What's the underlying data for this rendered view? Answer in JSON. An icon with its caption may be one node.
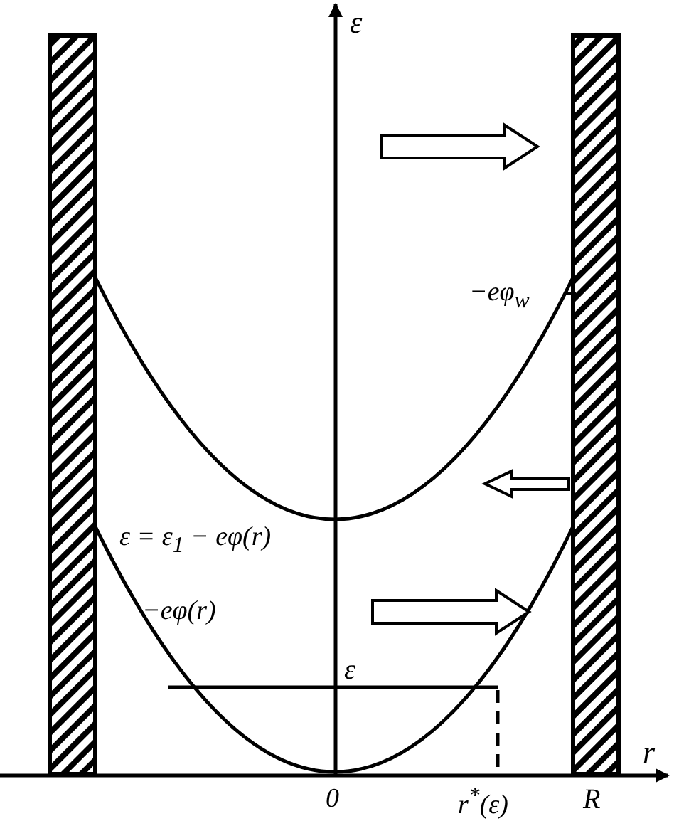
{
  "diagram": {
    "labels": [
      "ε",
      "−*eφ*$_{w}$",
      "*ε* = *ε*$_{1}$ − *eφ*(*r*)",
      "−*eφ*(*r*)",
      "ε",
      "0",
      "*r*$^{*}$(*ε*)",
      "R",
      "r"
    ]
  }
}
